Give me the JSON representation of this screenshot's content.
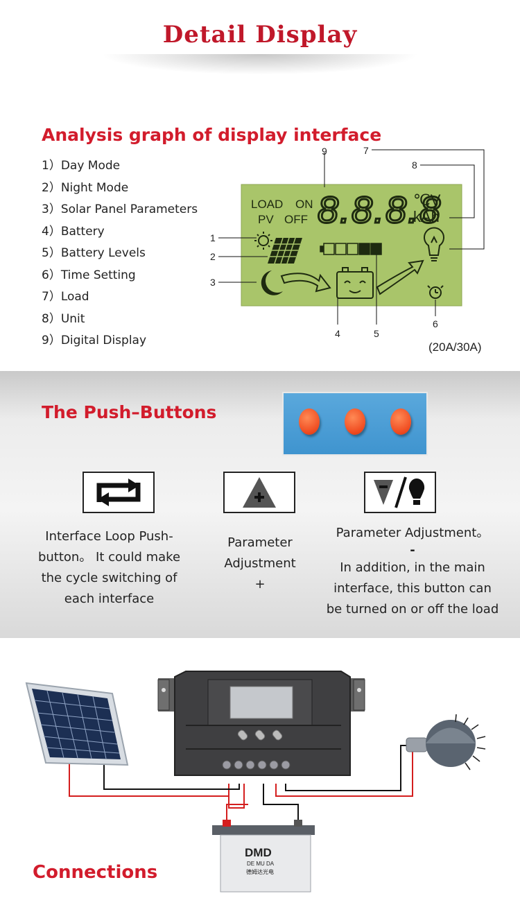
{
  "header": {
    "title": "Detail Display"
  },
  "analysis": {
    "title": "Analysis graph of display interface",
    "items": [
      "1）Day Mode",
      "2）Night Mode",
      "3）Solar Panel Parameters",
      "4）Battery",
      "5）Battery Levels",
      "6）Time Setting",
      "7）Load",
      "8）Unit",
      "9）Digital Display"
    ],
    "lcd": {
      "load": "LOAD",
      "on": "ON",
      "pv": "PV",
      "off": "OFF",
      "digits": "8.8.8.8",
      "unit_top": "℃V",
      "unit_bottom": "kAh",
      "callouts": [
        "1",
        "2",
        "3",
        "4",
        "5",
        "6",
        "7",
        "8",
        "9"
      ]
    },
    "model_note": "(20A/30A)",
    "colors": {
      "title": "#d21c2c",
      "lcd_bg": "#a9c56a"
    }
  },
  "push_buttons": {
    "title": "The Push–Buttons",
    "buttons": [
      {
        "icon": "loop-arrows-icon",
        "text_lines": [
          "Interface Loop Push-",
          "button。 It could make",
          "the cycle switching  of",
          "each  interface"
        ]
      },
      {
        "icon": "triangle-plus-icon",
        "text_lines": [
          "Parameter",
          "Adjustment",
          "+"
        ]
      },
      {
        "icon": "triangle-minus-bulb-icon",
        "text_lines": [
          "Parameter Adjustment。",
          "-",
          "In addition, in the main",
          "interface, this button can",
          "be turned on or off the load"
        ]
      }
    ]
  },
  "connections": {
    "title": "Connections",
    "battery_brand": "DE MU DA",
    "battery_brand_cn": "德姆达光电",
    "battery_logo": "DMD"
  }
}
